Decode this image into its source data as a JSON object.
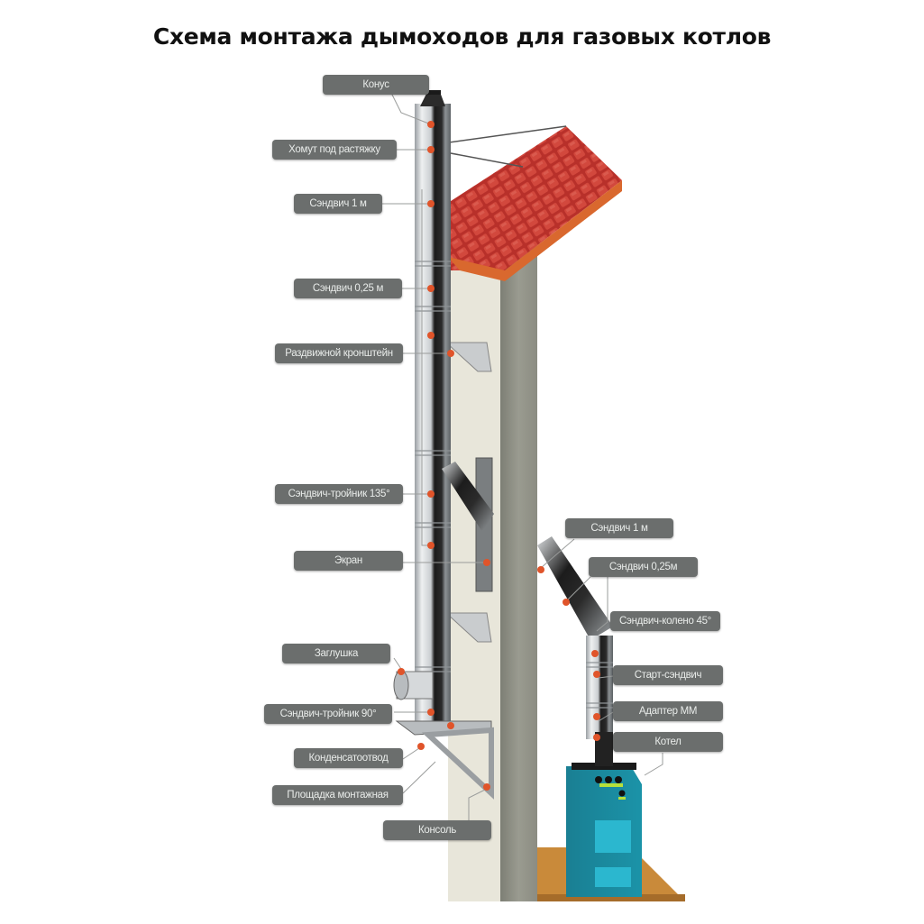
{
  "title": "Схема монтажа дымоходов для газовых котлов",
  "colors": {
    "label_bg": "#6b6e6d",
    "label_text": "#e9ecea",
    "marker": "#e0542a",
    "roof": "#c8362e",
    "wall_face": "#e8e6da",
    "wall_side": "#8a8b80",
    "boiler": "#1f8ea3",
    "floor": "#c98a3a"
  },
  "labels_left": [
    {
      "id": "konus",
      "text": "Конус"
    },
    {
      "id": "homut",
      "text": "Хомут под растяжку"
    },
    {
      "id": "sandwich-1m",
      "text": "Сэндвич 1 м"
    },
    {
      "id": "sandwich-025m",
      "text": "Сэндвич 0,25 м"
    },
    {
      "id": "kronshtein",
      "text": "Раздвижной кронштейн"
    },
    {
      "id": "troinik-135",
      "text": "Сэндвич-тройник 135°"
    },
    {
      "id": "ekran",
      "text": "Экран"
    },
    {
      "id": "zaglushka",
      "text": "Заглушка"
    },
    {
      "id": "troinik-90",
      "text": "Сэндвич-тройник 90°"
    },
    {
      "id": "kondensatootvod",
      "text": "Конденсатоотвод"
    },
    {
      "id": "ploshchadka",
      "text": "Площадка монтажная"
    },
    {
      "id": "konsol",
      "text": "Консоль"
    }
  ],
  "labels_right": [
    {
      "id": "sandwich-1m-right",
      "text": "Сэндвич 1 м"
    },
    {
      "id": "sandwich-025m-right",
      "text": "Сэндвич 0,25м"
    },
    {
      "id": "koleno-45",
      "text": "Сэндвич-колено 45°"
    },
    {
      "id": "start-sandwich",
      "text": "Старт-сэндвич"
    },
    {
      "id": "adapter",
      "text": "Адаптер ММ"
    },
    {
      "id": "kotel",
      "text": "Котел"
    }
  ]
}
